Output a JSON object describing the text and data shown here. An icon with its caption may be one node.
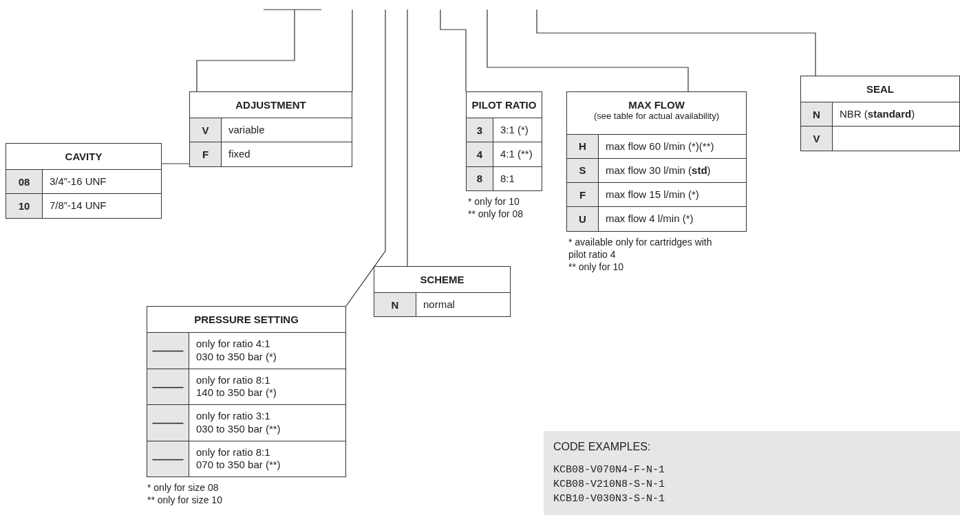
{
  "diagram": {
    "nodes": [
      {
        "text": [
          "CAVITY",
          "08",
          "3/4”-16 UNF",
          "10",
          "7/8”-14 UNF"
        ]
      },
      {
        "text": [
          "ADJUSTMENT",
          "V",
          "variable",
          "F",
          "fixed"
        ]
      },
      {
        "text": [
          "PILOT RATIO",
          "3",
          "3:1 (*)",
          "4",
          "4:1 (**)",
          "8",
          "8:1"
        ],
        "beside": [
          "* only for 10",
          "** only for 08"
        ]
      },
      {
        "text": [
          "MAX FLOW",
          "(see table for actual availability)",
          "H",
          "max flow 60 l/min (*)(**)",
          "S",
          "max flow 30 l/min (**std**)",
          "F",
          "max flow 15 l/min (*)",
          "U",
          "max flow 4 l/min (*)"
        ],
        "beside": [
          "* available only for cartridges with pilot ratio 4",
          "** only for 10"
        ]
      },
      {
        "text": [
          "SEAL",
          "N",
          "NBR (**standard**)",
          "V"
        ]
      },
      {
        "text": [
          "PRESSURE SETTING",
          "———",
          "only for ratio 4:1 030 to 350 bar (*)",
          "———",
          "only for ratio 8:1 140 to 350 bar (*)",
          "———",
          "only for ratio 3:1 030 to 350 bar (**)",
          "———",
          "only for ratio 8:1 070 to 350 bar (**)"
        ],
        "beside": [
          "* only for size 08",
          "** only for size 10"
        ]
      },
      {
        "text": [
          "SCHEME",
          "N",
          "normal"
        ]
      },
      {
        "text": [
          "CODE EXAMPLES:",
          "KCB08-V070N4-F-N-1",
          "KCB08-V210N8-S-N-1",
          "KCB10-V030N3-S-N-1"
        ]
      }
    ],
    "edges": [
      {
        "from": null,
        "to": 0,
        "arrow": "none"
      },
      {
        "from": null,
        "to": 1,
        "arrow": "none"
      },
      {
        "from": null,
        "to": 5,
        "arrow": "none"
      },
      {
        "from": null,
        "to": 6,
        "arrow": "none"
      },
      {
        "from": null,
        "to": 2,
        "arrow": "none"
      },
      {
        "from": null,
        "to": 3,
        "arrow": "none"
      },
      {
        "from": null,
        "to": 4,
        "arrow": "none"
      }
    ]
  }
}
